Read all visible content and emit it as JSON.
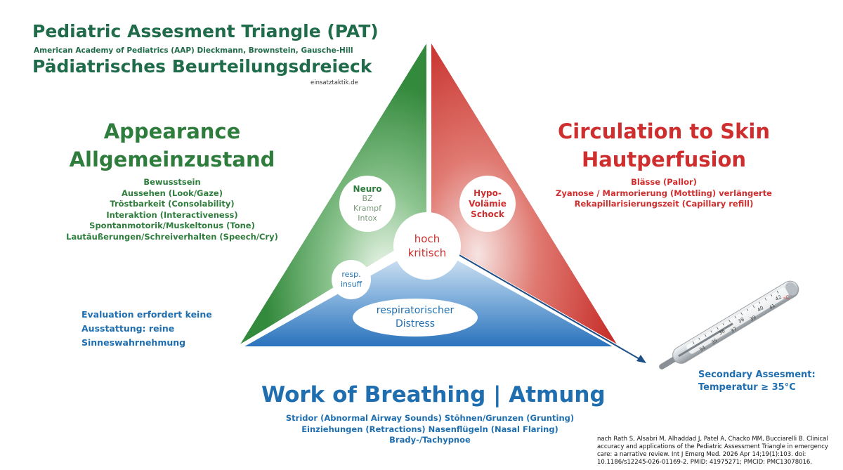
{
  "header": {
    "title_en": "Pediatric Assesment Triangle (PAT)",
    "authors": "American Academy of Pediatrics (AAP)  Dieckmann,  Brownstein, Gausche-Hill",
    "title_de": "Pädiatrisches Beurteilungsdreieck",
    "credit": "einsatztaktik.de"
  },
  "appearance": {
    "title_en": "Appearance",
    "title_de": "Allgemeinzustand",
    "items": [
      "Bewusstsein",
      "Aussehen (Look/Gaze)",
      "Tröstbarkeit (Consolability)",
      "Interaktion (Interactiveness)",
      "Spontanmotorik/Muskeltonus (Tone)",
      "Lautäußerungen/Schreiverhalten (Speech/Cry)"
    ]
  },
  "circulation": {
    "title_en": "Circulation to Skin",
    "title_de": "Hautperfusion",
    "items": [
      "Blässe (Pallor)",
      "Zyanose / Marmorierung (Mottling) verlängerte",
      "Rekapillarisierungszeit (Capillary refill)"
    ]
  },
  "breathing": {
    "title": "Work of Breathing | Atmung",
    "items": [
      "Stridor (Abnormal Airway Sounds) Stöhnen/Grunzen (Grunting)",
      "Einziehungen (Retractions) Nasenflügeln (Nasal Flaring)",
      "Brady-/Tachypnoe"
    ]
  },
  "inner": {
    "neuro_title": "Neuro",
    "neuro_items": [
      "BZ",
      "Krampf",
      "Intox"
    ],
    "hypo_lines": [
      "Hypo-",
      "Volämie",
      "Schock"
    ],
    "hoch_lines": [
      "hoch",
      "kritisch"
    ],
    "resp_lines": [
      "resp.",
      "insuff"
    ],
    "distress_lines": [
      "respiratorischer",
      "Distress"
    ]
  },
  "evaluation": {
    "lines": [
      "Evaluation erfordert keine",
      "Ausstattung: reine",
      "Sinneswahrnehmung"
    ]
  },
  "secondary": {
    "lines": [
      "Secondary Assesment:",
      "Temperatur ≥ 35°C"
    ]
  },
  "thermometer": {
    "scale_row1": [
      "36",
      "38",
      "40",
      "42"
    ],
    "scale_row2": [
      "34",
      "35",
      "37",
      "39",
      "41"
    ],
    "unit": "°C"
  },
  "reference": "nach Rath S, Alsabri M, Alhaddad J, Patel A, Chacko MM, Bucciarelli B. Clinical accuracy and applications of the Pediatric Assessment Triangle in emergency care: a narrative review. Int J Emerg Med. 2026 Apr 14;19(1):103. doi: 10.1186/s12245-026-01169-2. PMID: 41975271; PMCID: PMC13078016.",
  "colors": {
    "appearance": "#2e7d3c",
    "circulation": "#cf2e2e",
    "breathing": "#1f6fb0",
    "header": "#1f6b4a"
  }
}
